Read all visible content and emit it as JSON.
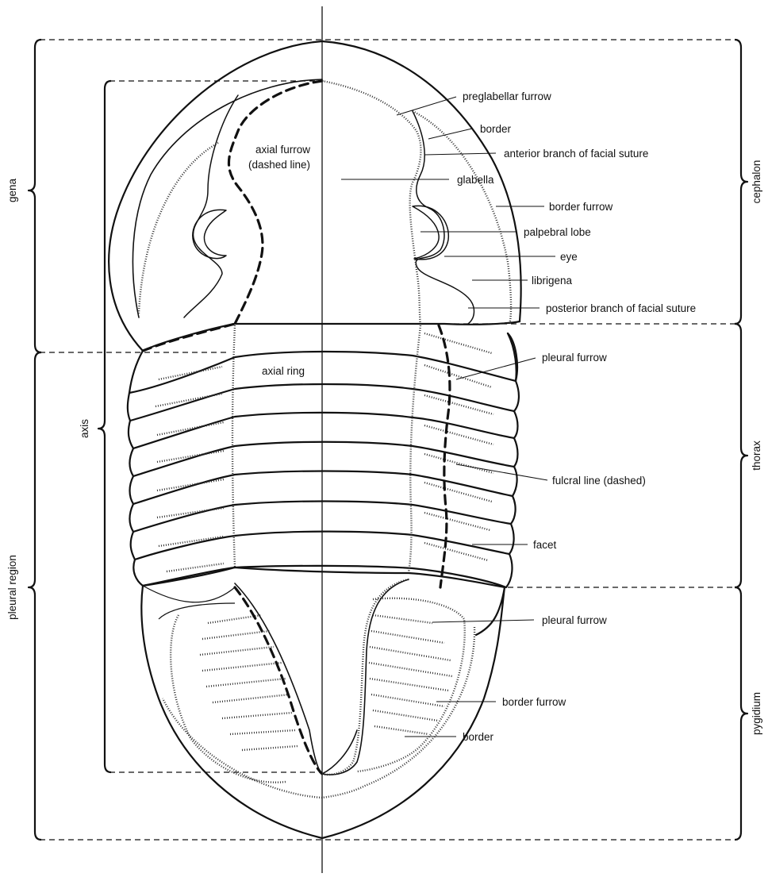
{
  "labels": {
    "preglabellar_furrow": "preglabellar furrow",
    "border_top": "border",
    "anterior_branch": "anterior branch of facial suture",
    "glabella": "glabella",
    "border_furrow_top": "border furrow",
    "palpebral_lobe": "palpebral lobe",
    "eye": "eye",
    "librigena": "librigena",
    "posterior_branch": "posterior branch of facial suture",
    "axial_furrow_1": "axial furrow",
    "axial_furrow_2": "(dashed line)",
    "axial_ring": "axial ring",
    "pleural_furrow_thorax": "pleural furrow",
    "fulcral_line": "fulcral line (dashed)",
    "facet": "facet",
    "pleural_furrow_pygidium": "pleural furrow",
    "border_furrow_bottom": "border furrow",
    "border_bottom": "border"
  },
  "regions": {
    "gena": "gena",
    "axis": "axis",
    "pleural_region": "pleural region",
    "cephalon": "cephalon",
    "thorax": "thorax",
    "pygidium": "pygidium"
  }
}
